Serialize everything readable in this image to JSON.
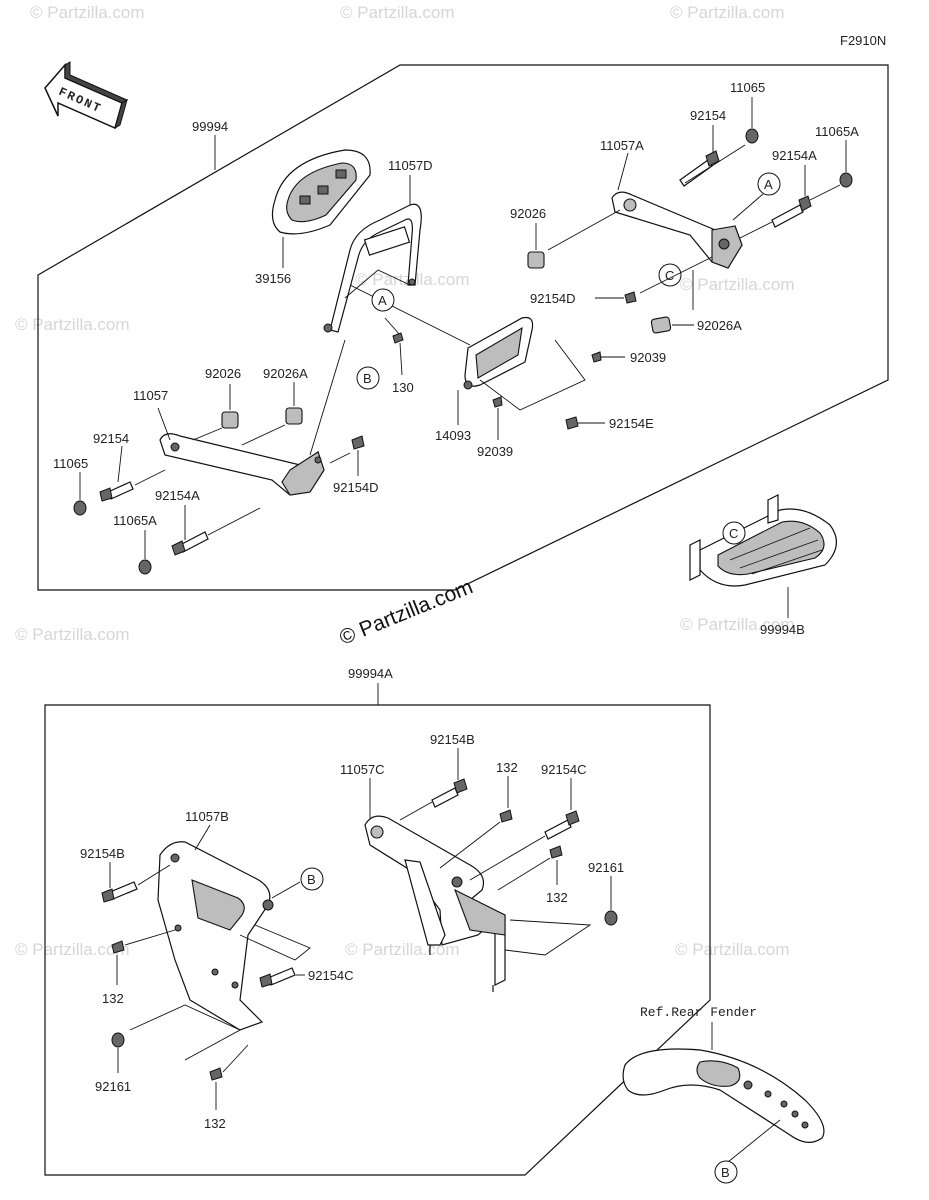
{
  "figure_code": "F2910N",
  "front_arrow_label": "FRONT",
  "reference_label": "Ref.Rear Fender",
  "center_brand": "© Partzilla.com",
  "watermark_text": "© Partzilla.com",
  "group_labels": {
    "upper": "99994",
    "lower": "99994A",
    "rack": "99994B"
  },
  "callout_letters": {
    "a": "A",
    "b": "B",
    "c": "C"
  },
  "part_labels": {
    "p11065_top": "11065",
    "p92154_top": "92154",
    "p11065A_top": "11065A",
    "p11057A": "11057A",
    "p92154A_top": "92154A",
    "p11057D": "11057D",
    "p92026_right": "92026",
    "p39156": "39156",
    "p92154D_mid": "92154D",
    "p92026A_right": "92026A",
    "p92039_right": "92039",
    "p92026_left": "92026",
    "p92026A_left": "92026A",
    "p11057": "11057",
    "p130": "130",
    "p14093": "14093",
    "p92154E": "92154E",
    "p92039_low": "92039",
    "p92154_left": "92154",
    "p11065_left": "11065",
    "p92154D_low": "92154D",
    "p92154A_left": "92154A",
    "p11065A_left": "11065A",
    "p92154B_top": "92154B",
    "p132_top": "132",
    "p92154C_top": "92154C",
    "p11057C": "11057C",
    "p132_mid": "132",
    "p92161_right": "92161",
    "p11057B": "11057B",
    "p92154B_left": "92154B",
    "p132_left": "132",
    "p92154C_low": "92154C",
    "p92161_left": "92161",
    "p132_bottom": "132"
  },
  "colors": {
    "line": "#111111",
    "part_fill": "#ffffff",
    "shade": "#bdbdbd",
    "watermark": "#d6d6d6"
  }
}
